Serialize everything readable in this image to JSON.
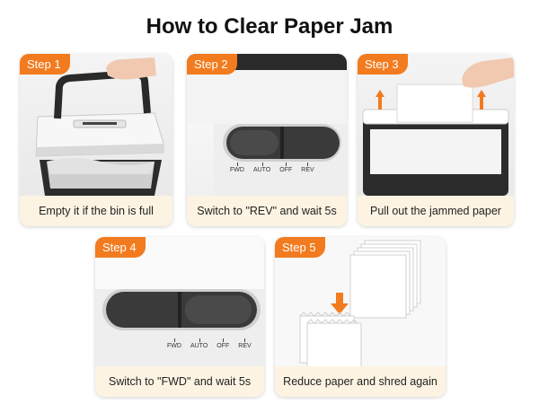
{
  "title": "How to Clear Paper Jam",
  "steps": [
    {
      "badge": "Step 1",
      "caption": "Empty it if the bin is full"
    },
    {
      "badge": "Step 2",
      "caption": "Switch to \"REV\" and wait 5s"
    },
    {
      "badge": "Step 3",
      "caption": "Pull out the jammed paper"
    },
    {
      "badge": "Step 4",
      "caption": "Switch to \"FWD\" and wait 5s"
    },
    {
      "badge": "Step 5",
      "caption": "Reduce paper and shred again"
    }
  ],
  "switch_labels": [
    "FWD",
    "AUTO",
    "OFF",
    "REV"
  ],
  "colors": {
    "accent": "#f27b1f",
    "caption_bg": "#fdf3e3",
    "shredder_dark": "#3a3a3a",
    "arrow": "#f27b1f"
  }
}
